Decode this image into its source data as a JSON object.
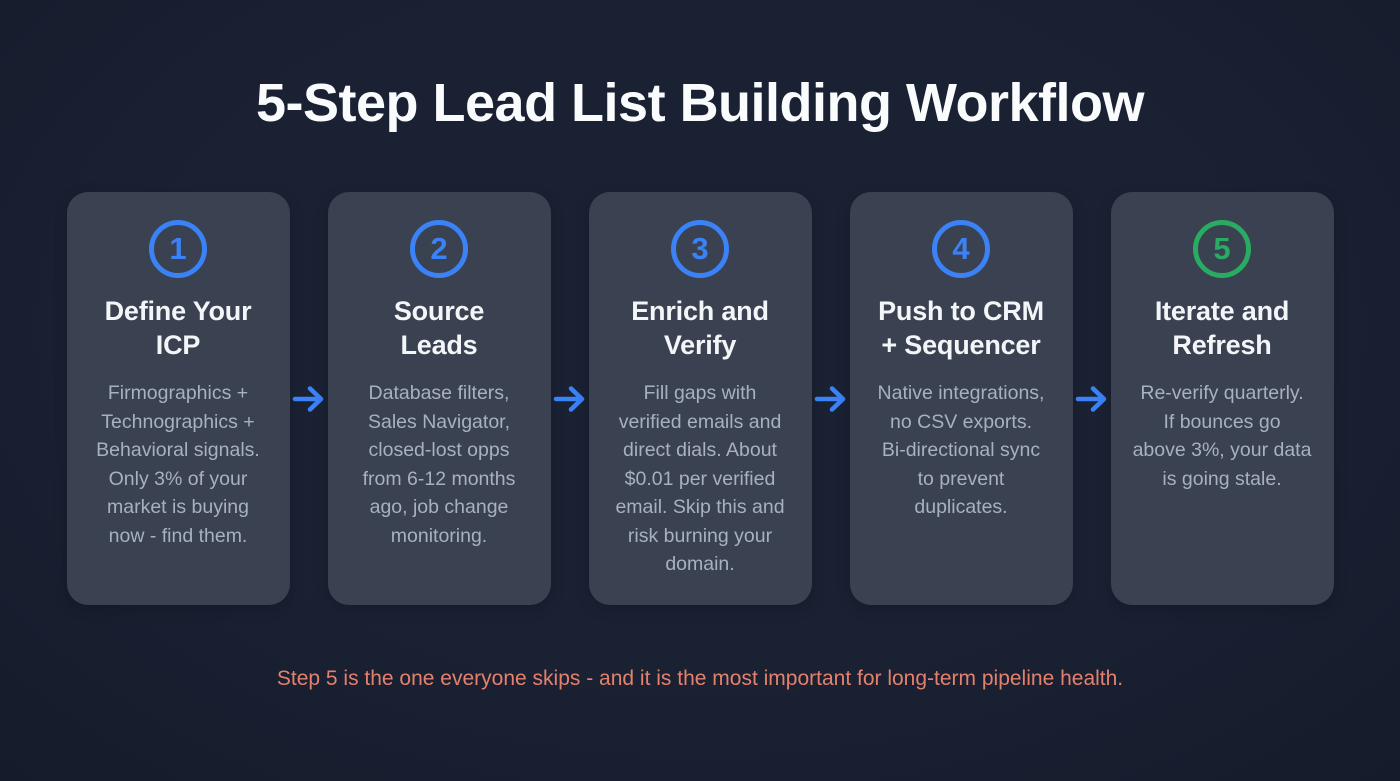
{
  "page": {
    "title": "5-Step Lead List Building Workflow",
    "footer_note": "Step 5 is the one everyone skips - and it is the most important for long-term pipeline health."
  },
  "colors": {
    "background": "#1a2133",
    "background_edge": "#151b2a",
    "card_bg": "#3a4150",
    "accent_blue": "#3b82f6",
    "accent_green": "#29ab61",
    "title_text": "#fafbfd",
    "card_title_text": "#f3f6f9",
    "body_text": "#a8b1c0",
    "footer_text": "#e5806d"
  },
  "steps": [
    {
      "number": "1",
      "title": "Define Your\nICP",
      "description": "Firmographics +\nTechnographics +\nBehavioral signals.\nOnly 3% of your\nmarket is buying\nnow - find them."
    },
    {
      "number": "2",
      "title": "Source\nLeads",
      "description": "Database filters,\nSales Navigator,\nclosed-lost opps\nfrom 6-12 months\nago, job change\nmonitoring."
    },
    {
      "number": "3",
      "title": "Enrich and\nVerify",
      "description": "Fill gaps with\nverified emails and\ndirect dials. About\n$0.01 per verified\nemail. Skip this and\nrisk burning your\ndomain."
    },
    {
      "number": "4",
      "title": "Push to CRM\n+ Sequencer",
      "description": "Native integrations,\nno CSV exports.\nBi-directional sync\nto prevent\nduplicates."
    },
    {
      "number": "5",
      "title": "Iterate and\nRefresh",
      "description": "Re-verify quarterly.\nIf bounces go\nabove 3%, your data\nis going stale."
    }
  ]
}
